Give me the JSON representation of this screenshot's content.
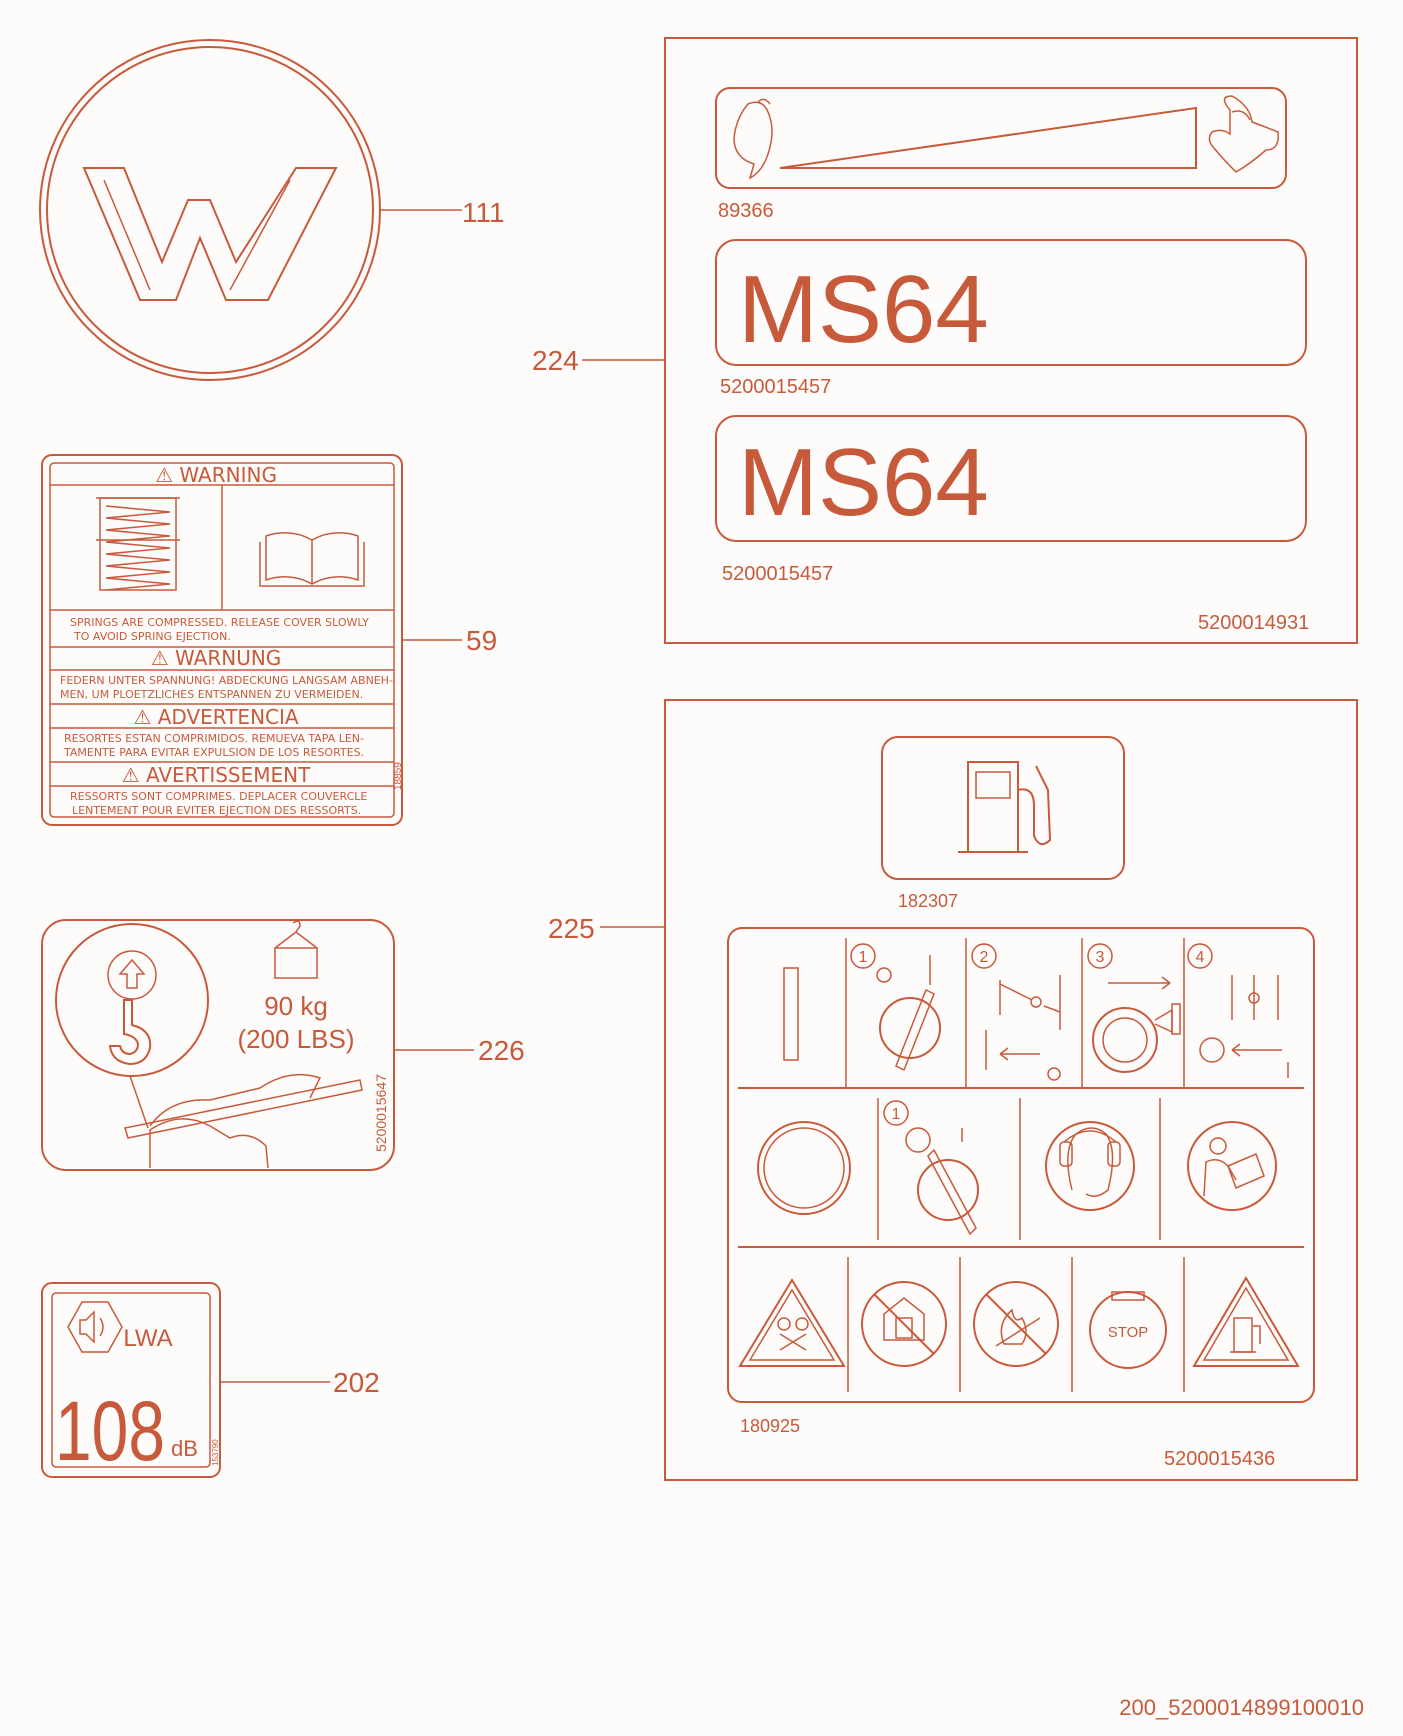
{
  "colors": {
    "accent": "#c85a3c",
    "background": "#fdfcfa"
  },
  "callouts": {
    "logo": "111",
    "warning_label": "59",
    "lifting_label": "226",
    "noise_label": "202",
    "model_set": "224",
    "instruction_set": "225"
  },
  "logo": {
    "icon": "w-logo-icon"
  },
  "warning_label": {
    "heading_en": "WARNING",
    "text_en_1": "SPRINGS ARE COMPRESSED. RELEASE COVER SLOWLY",
    "text_en_2": "TO AVOID SPRING EJECTION.",
    "heading_de": "WARNUNG",
    "text_de_1": "FEDERN UNTER SPANNUNG! ABDECKUNG LANGSAM ABNEH-",
    "text_de_2": "MEN, UM PLOETZLICHES ENTSPANNEN ZU VERMEIDEN.",
    "heading_es": "ADVERTENCIA",
    "text_es_1": "RESORTES ESTAN COMPRIMIDOS. REMUEVA TAPA LEN-",
    "text_es_2": "TAMENTE PARA EVITAR EXPULSION DE LOS RESORTES.",
    "heading_fr": "AVERTISSEMENT",
    "text_fr_1": "RESSORTS SONT COMPRIMES. DEPLACER COUVERCLE",
    "text_fr_2": "LENTEMENT POUR EVITER EJECTION DES RESSORTS.",
    "code": "18859"
  },
  "lifting_label": {
    "weight_kg": "90 kg",
    "weight_lbs": "(200 LBS)",
    "code": "5200015647"
  },
  "noise_label": {
    "lwa": "LWA",
    "value": "108",
    "unit": "dB",
    "code": "153790"
  },
  "model_set": {
    "speed_decal_code": "89366",
    "model_1": "MS64",
    "model_1_code": "5200015457",
    "model_2": "MS64",
    "model_2_code": "5200015457",
    "set_code": "5200014931"
  },
  "instruction_set": {
    "fuel_decal_code": "182307",
    "steps": [
      "1",
      "2",
      "3",
      "4"
    ],
    "step_1b": "1",
    "stop_label": "STOP",
    "instructions_code": "180925",
    "set_code": "5200015436"
  },
  "drawing_code": "200_5200014899100010"
}
